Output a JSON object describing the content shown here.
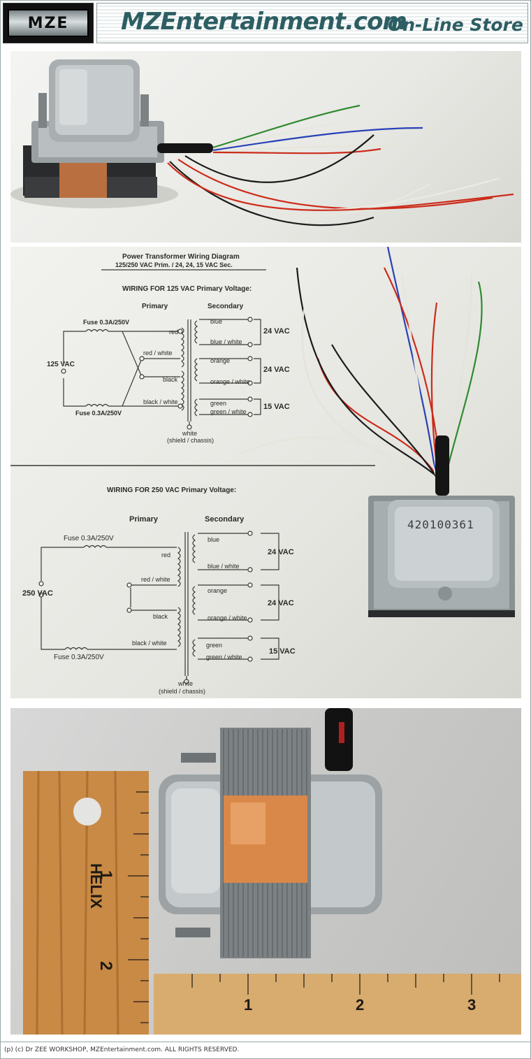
{
  "header": {
    "logo_text": "MZE",
    "site_name": "MZEntertainment.com",
    "store_label": "On-Line Store"
  },
  "diagram": {
    "title": "Power Transformer Wiring Diagram",
    "subtitle": "125/250 VAC Prim. / 24, 24, 15 VAC Sec.",
    "section_125": {
      "heading": "WIRING FOR 125 VAC Primary Voltage:",
      "primary_label": "Primary",
      "secondary_label": "Secondary",
      "fuse_top": "Fuse 0.3A/250V",
      "fuse_bottom": "Fuse 0.3A/250V",
      "input_voltage": "125 VAC",
      "wire_red": "red",
      "wire_red_white": "red / white",
      "wire_black": "black",
      "wire_black_white": "black / white",
      "wire_blue": "blue",
      "wire_blue_white": "blue / white",
      "wire_orange": "orange",
      "wire_orange_white": "orange / white",
      "wire_green": "green",
      "wire_green_white": "green / white",
      "out_1": "24 VAC",
      "out_2": "24 VAC",
      "out_3": "15 VAC",
      "shield": "white",
      "shield_note": "(shield / chassis)"
    },
    "section_250": {
      "heading": "WIRING FOR 250 VAC Primary Voltage:",
      "primary_label": "Primary",
      "secondary_label": "Secondary",
      "fuse_top": "Fuse 0.3A/250V",
      "fuse_bottom": "Fuse 0.3A/250V",
      "input_voltage": "250 VAC",
      "wire_red": "red",
      "wire_red_white": "red / white",
      "wire_black": "black",
      "wire_black_white": "black / white",
      "wire_blue": "blue",
      "wire_blue_white": "blue / white",
      "wire_orange": "orange",
      "wire_orange_white": "orange / white",
      "wire_green": "green",
      "wire_green_white": "green / white",
      "out_1": "24 VAC",
      "out_2": "24 VAC",
      "out_3": "15 VAC",
      "shield": "white",
      "shield_note": "(shield / chassis)"
    }
  },
  "photo_text": {
    "part_number": "420100361",
    "ruler_brand": "HELIX",
    "ruler_1": "1",
    "ruler_2": "2",
    "ruler_3": "3"
  },
  "footer": {
    "copyright": "(p) (c) Dr ZEE WORKSHOP, MZEntertainment.com. ALL RIGHTS RESERVED."
  },
  "colors": {
    "brand": "#2d5e63",
    "diagram_ink": "#2b2a26",
    "frame": "#9aa6a8"
  }
}
